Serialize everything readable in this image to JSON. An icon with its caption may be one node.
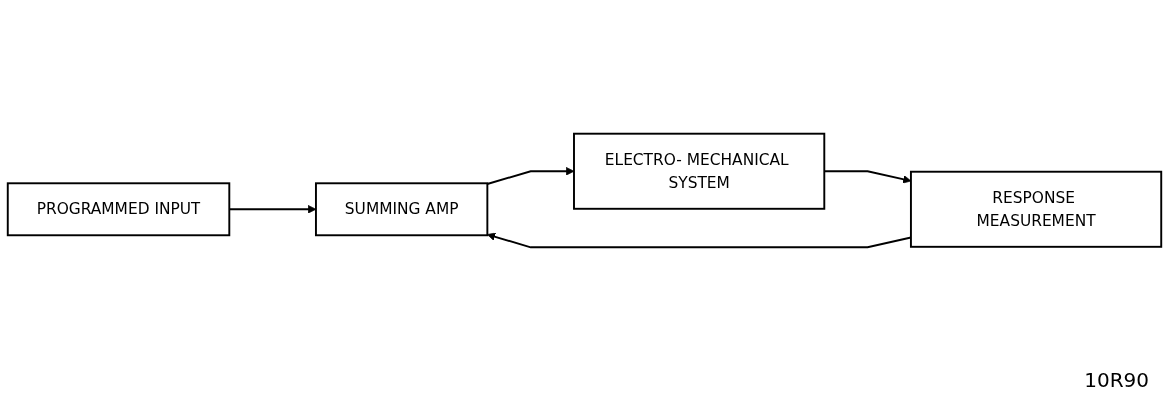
{
  "diagram": {
    "nodes": [
      {
        "text": [
          "PROGRAMMED INPUT"
        ]
      },
      {
        "text": [
          "SUMMING AMP"
        ]
      },
      {
        "text": [
          "ELECTRO- MECHANICAL SYSTEM"
        ]
      },
      {
        "text": [
          "RESPONSE MEASUREMENT"
        ]
      }
    ],
    "edges": [
      {
        "from": 0,
        "to": 1,
        "arrow": "to"
      },
      {
        "from": 3,
        "to": 1,
        "arrow": "to"
      },
      {
        "from": 1,
        "to": 2,
        "arrow": "to"
      },
      {
        "from": 2,
        "to": 3,
        "arrow": "to"
      }
    ],
    "labels": [
      "10R90"
    ]
  }
}
